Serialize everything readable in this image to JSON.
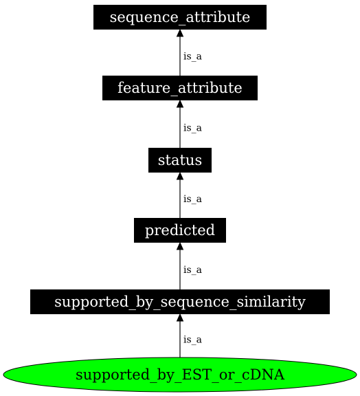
{
  "colors": {
    "background": "#ffffff",
    "box_fill": "#000000",
    "box_text": "#ffffff",
    "ellipse_fill": "#00ff00",
    "ellipse_stroke": "#000000",
    "ellipse_text": "#000000",
    "edge": "#000000"
  },
  "nodes": [
    {
      "id": "sequence_attribute",
      "label": "sequence_attribute",
      "shape": "box"
    },
    {
      "id": "feature_attribute",
      "label": "feature_attribute",
      "shape": "box"
    },
    {
      "id": "status",
      "label": "status",
      "shape": "box"
    },
    {
      "id": "predicted",
      "label": "predicted",
      "shape": "box"
    },
    {
      "id": "supported_by_sequence_similarity",
      "label": "supported_by_sequence_similarity",
      "shape": "box"
    },
    {
      "id": "supported_by_EST_or_cDNA",
      "label": "supported_by_EST_or_cDNA",
      "shape": "ellipse"
    }
  ],
  "edges": [
    {
      "from": "feature_attribute",
      "to": "sequence_attribute",
      "label": "is_a"
    },
    {
      "from": "status",
      "to": "feature_attribute",
      "label": "is_a"
    },
    {
      "from": "predicted",
      "to": "status",
      "label": "is_a"
    },
    {
      "from": "supported_by_sequence_similarity",
      "to": "predicted",
      "label": "is_a"
    },
    {
      "from": "supported_by_EST_or_cDNA",
      "to": "supported_by_sequence_similarity",
      "label": "is_a"
    }
  ]
}
